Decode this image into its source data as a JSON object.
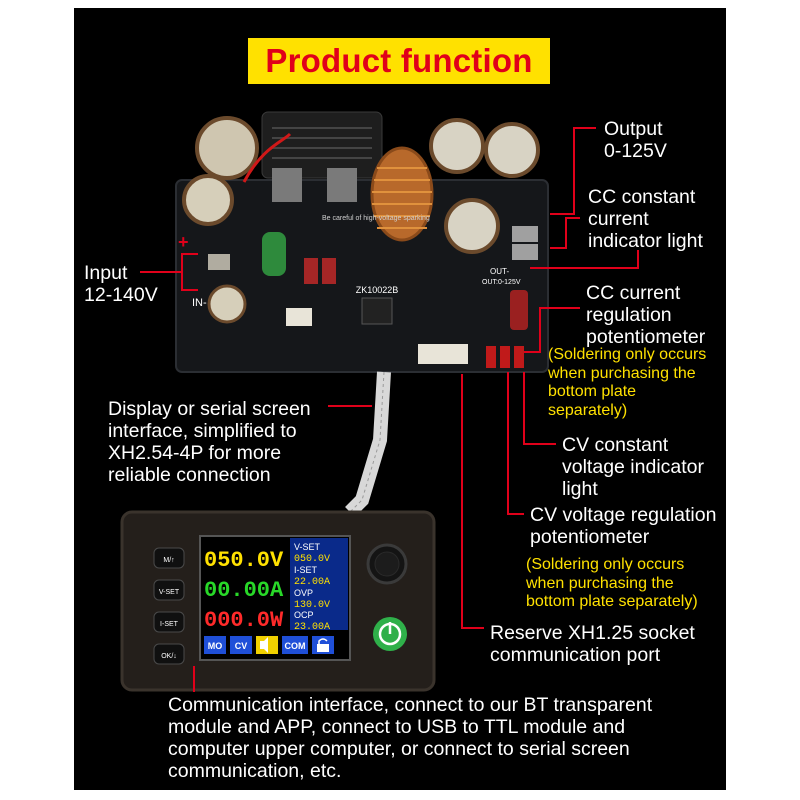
{
  "title": "Product function",
  "labels": {
    "output": "Output\n0-125V",
    "cc_light": "CC constant\ncurrent\nindicator light",
    "input": "Input\n12-140V",
    "cc_pot": "CC current\nregulation\npotentiometer",
    "note1": "(Soldering only occurs\nwhen purchasing the\nbottom plate\nseparately)",
    "display_iface": "Display or serial screen\ninterface, simplified to\nXH2.54-4P for more\nreliable connection",
    "cv_light": "CV constant\nvoltage indicator\nlight",
    "cv_pot": "CV voltage regulation\npotentiometer",
    "note2": "(Soldering only occurs\nwhen purchasing the\nbottom plate separately)",
    "reserve": "Reserve XH1.25 socket\ncommunication port",
    "comm": "Communication interface, connect to our BT transparent\nmodule and APP, connect to USB to TTL module and\ncomputer upper computer, or connect to serial screen\ncommunication, etc."
  },
  "board": {
    "model": "ZK10022B",
    "in_marking": "IN-",
    "out_marking": "OUT-",
    "out_range": "OUT:0-125V",
    "warning": "Be careful of high-voltage sparking",
    "plus": "+",
    "minus": "-"
  },
  "display": {
    "buttons": [
      "M/↑",
      "V-SET",
      "I-SET",
      "OK/↓"
    ],
    "voltage": "050.0V",
    "current": "00.00A",
    "power": "000.0W",
    "side": [
      {
        "label": "V-SET",
        "value": "050.0V"
      },
      {
        "label": "I-SET",
        "value": "22.00A"
      },
      {
        "label": "OVP",
        "value": "130.0V"
      },
      {
        "label": "OCP",
        "value": "23.00A"
      }
    ],
    "status": [
      "MO",
      "CV",
      "COM"
    ]
  },
  "colors": {
    "title_bg": "#ffe100",
    "title_text": "#e0001a",
    "callout_line": "#e0001a",
    "note_text": "#ffe100",
    "voltage": "#ffe100",
    "current": "#28d828",
    "power": "#ff2a2a",
    "side_text": "#ffffff",
    "side_bg": "#0a2a8a"
  },
  "icons": [
    "knob-icon",
    "power-logo-icon",
    "speaker-icon",
    "lock-icon"
  ]
}
